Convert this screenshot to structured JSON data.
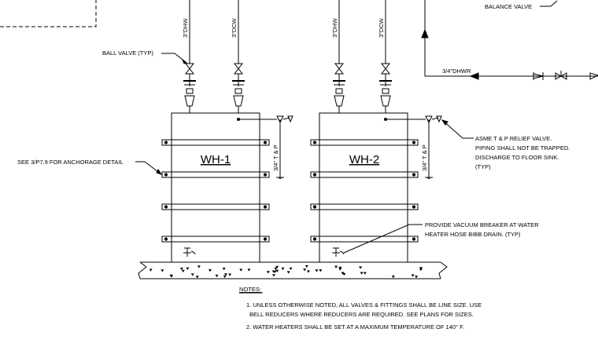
{
  "labels": {
    "balance_valve": "BALANCE VALVE",
    "ball_valve": "BALL VALVE (TYP)",
    "dhwr": "3/4\"DHWR",
    "dhw_1": "3\"DHW",
    "dcw_1": "3\"DCW",
    "dhw_2": "3\"DHW",
    "dcw_2": "3\"DCW",
    "tp_1": "3/4\" T & P",
    "tp_2": "3/4\" T & P",
    "anchorage": "SEE 3/P7.9 FOR ANCHORAGE DETAIL",
    "relief_line1": "ASME T & P RELIEF VALVE.",
    "relief_line2": "PIPING SHALL NOT BE TRAPPED.",
    "relief_line3": "DISCHARGE TO FLOOR SINK.",
    "relief_line4": "(TYP)",
    "vacuum_line1": "PROVIDE VACUUM BREAKER AT WATER",
    "vacuum_line2": "HEATER HOSE BIBB DRAIN. (TYP)"
  },
  "tanks": [
    {
      "title": "WH-1"
    },
    {
      "title": "WH-2"
    }
  ],
  "notes": {
    "heading": "NOTES:",
    "items": [
      "1. UNLESS OTHERWISE NOTED, ALL VALVES & FITTINGS SHALL BE LINE SIZE. USE",
      "BELL REDUCERS WHERE REDUCERS ARE REQUIRED. SEE PLANS FOR SIZES.",
      "2. WATER HEATERS SHALL BE SET AT A MAXIMUM TEMPERATURE OF 140° F."
    ]
  }
}
